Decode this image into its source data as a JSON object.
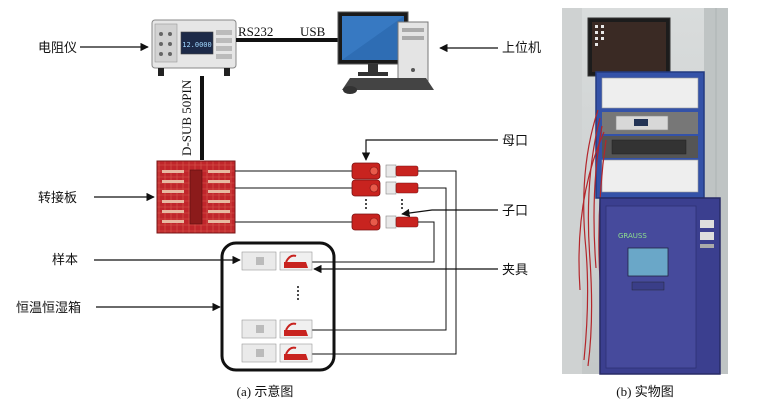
{
  "labels": {
    "resistance_meter": "电阻仪",
    "host_computer": "上位机",
    "adapter_board": "转接板",
    "female_port": "母口",
    "male_port": "子口",
    "sample": "样本",
    "fixture": "夹具",
    "chamber": "恒温恒湿箱"
  },
  "interfaces": {
    "rs232": "RS232",
    "usb": "USB",
    "dsub": "D-SUB 50PIN"
  },
  "meter_display": "12.0000",
  "chamber_brand": "GRAUSS",
  "captions": {
    "left": "(a) 示意图",
    "right": "(b) 实物图"
  },
  "colors": {
    "board_red": "#c0262b",
    "connector_red": "#c8231f",
    "chamber_blue": "#3b3f8f",
    "rack_blue": "#3452a8"
  }
}
